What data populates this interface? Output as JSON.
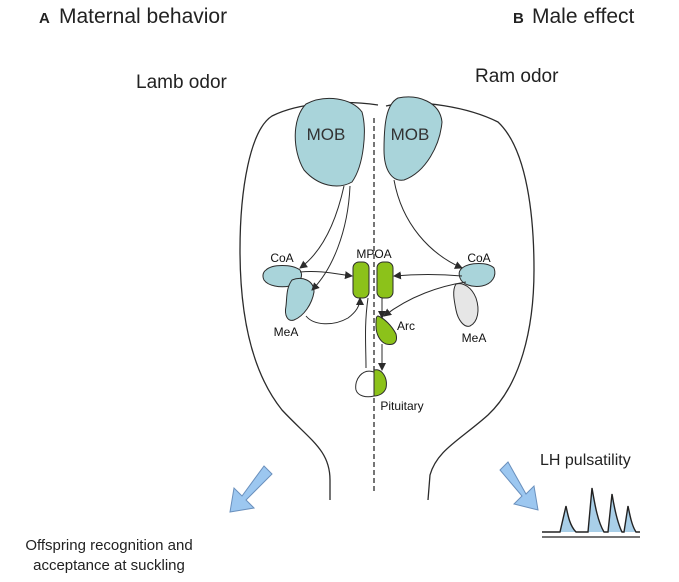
{
  "panels": [
    {
      "letter": "A",
      "title": "Maternal behavior",
      "stimulus": "Lamb odor"
    },
    {
      "letter": "B",
      "title": "Male effect",
      "stimulus": "Ram odor"
    }
  ],
  "regions": {
    "mob_left": "MOB",
    "mob_right": "MOB",
    "coa_left": "CoA",
    "coa_right": "CoA",
    "mea_left": "MeA",
    "mea_right": "MeA",
    "mpoa": "MPOA",
    "arc": "Arc",
    "pituitary": "Pituitary"
  },
  "outcomes": {
    "left_line1": "Offspring recognition and",
    "left_line2": "acceptance at suckling",
    "right": "LH pulsatility"
  },
  "colors": {
    "olfactory": "#a9d4da",
    "hypothalamic": "#8cc21a",
    "inactive": "#e6e6e6",
    "arrow_fill": "#9cc7f0",
    "outline": "#2b2b2b"
  }
}
